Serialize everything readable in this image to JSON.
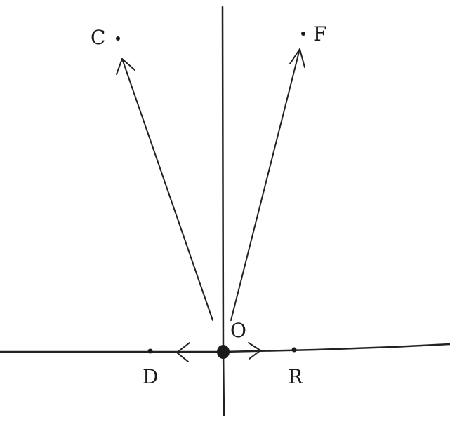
{
  "labels": {
    "C": "C",
    "F": "F",
    "O": "O",
    "D": "D",
    "R": "R"
  },
  "colors": {
    "ink": "#222222",
    "paper": "#ffffff"
  }
}
